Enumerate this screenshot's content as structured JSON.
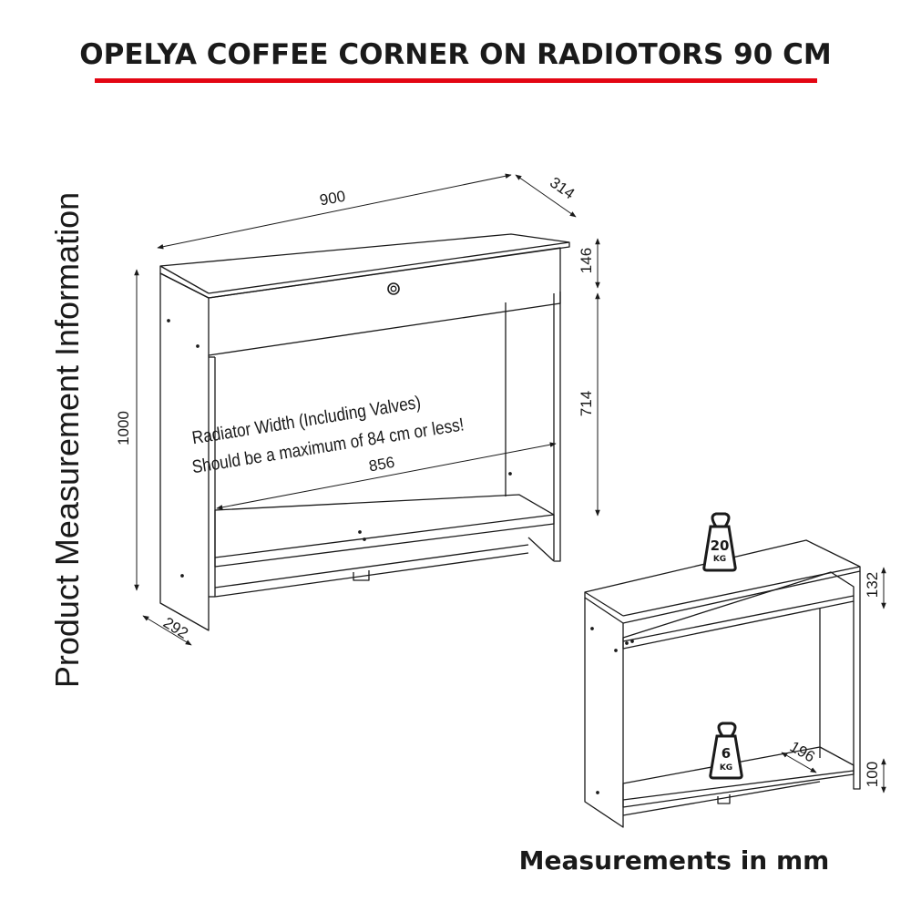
{
  "title": "OPELYA COFFEE CORNER ON RADIOTORS 90 CM",
  "side_label": "Product Measurement Information",
  "footer": "Measurements in mm",
  "colors": {
    "title_underline": "#e30613",
    "lines": "#1a1a1a"
  },
  "dimensions": {
    "width": "900",
    "depth_top": "314",
    "drawer_height": "146",
    "inner_height": "714",
    "total_height": "1000",
    "depth_bottom": "292",
    "inner_width": "856",
    "shelf_height": "132",
    "lower_shelf_height": "100",
    "lower_shelf_depth": "196"
  },
  "note": {
    "line1": "Radiator Width (Including Valves)",
    "line2": "Should be a maximum of 84 cm or less!"
  },
  "weights": {
    "top": {
      "value": "20",
      "unit": "KG",
      "icon": "weight-icon"
    },
    "bottom": {
      "value": "6",
      "unit": "KG",
      "icon": "weight-icon"
    }
  }
}
